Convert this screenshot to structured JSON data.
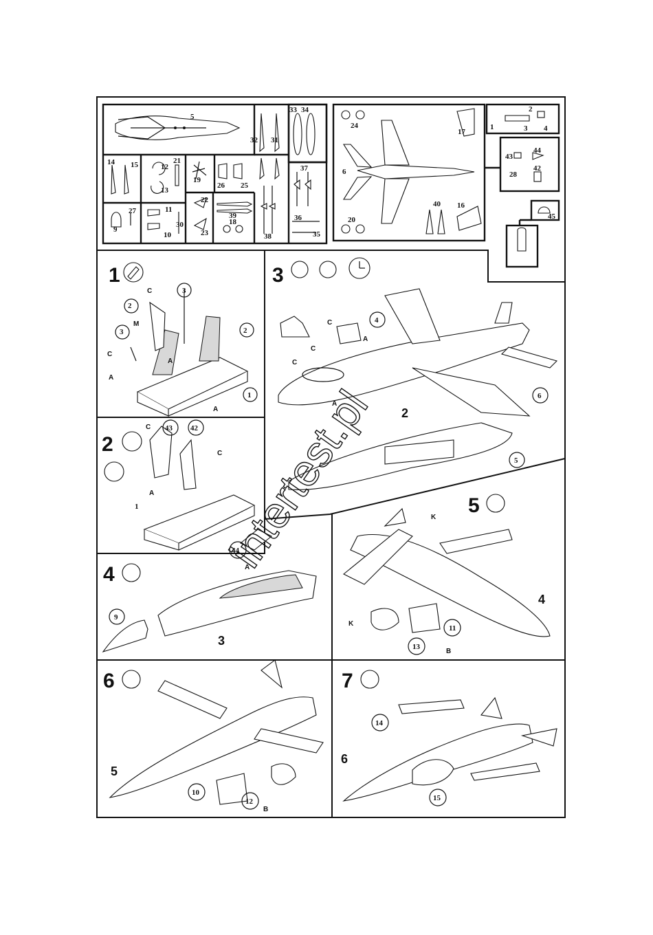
{
  "sprue": {
    "numbers": [
      "5",
      "32",
      "31",
      "33",
      "34",
      "14",
      "15",
      "12",
      "13",
      "21",
      "19",
      "26",
      "25",
      "9",
      "27",
      "11",
      "30",
      "10",
      "22",
      "23",
      "39",
      "18",
      "38",
      "37",
      "36",
      "35",
      "24",
      "6",
      "17",
      "20",
      "40",
      "16",
      "1",
      "2",
      "3",
      "4",
      "43",
      "44",
      "42",
      "28",
      "45"
    ]
  },
  "steps": [
    {
      "number": "1",
      "labels": [
        "3",
        "2",
        "2",
        "3",
        "1"
      ],
      "flags": [
        "C",
        "M",
        "A",
        "C",
        "A",
        "A",
        "A"
      ]
    },
    {
      "number": "2",
      "labels": [
        "43",
        "42",
        "1"
      ],
      "flags": [
        "C",
        "C",
        "A"
      ]
    },
    {
      "number": "3",
      "labels": [
        "4",
        "6",
        "5",
        "2"
      ],
      "flags": [
        "C",
        "C",
        "C",
        "A",
        "A"
      ]
    },
    {
      "number": "4",
      "labels": [
        "44",
        "9",
        "3"
      ],
      "flags": [
        "A"
      ]
    },
    {
      "number": "5",
      "labels": [
        "4",
        "11",
        "13"
      ],
      "flags": [
        "K",
        "K",
        "B"
      ]
    },
    {
      "number": "6",
      "labels": [
        "5",
        "10",
        "12"
      ],
      "flags": [
        "B"
      ]
    },
    {
      "number": "7",
      "labels": [
        "14",
        "6",
        "15"
      ],
      "flags": []
    }
  ],
  "watermark": "intertest.pl",
  "icons": {
    "glue": "glue-tube-icon",
    "decal": "decal-tape-icon",
    "clock": "clock-icon",
    "seat-detail": "seat-detail-icon"
  }
}
